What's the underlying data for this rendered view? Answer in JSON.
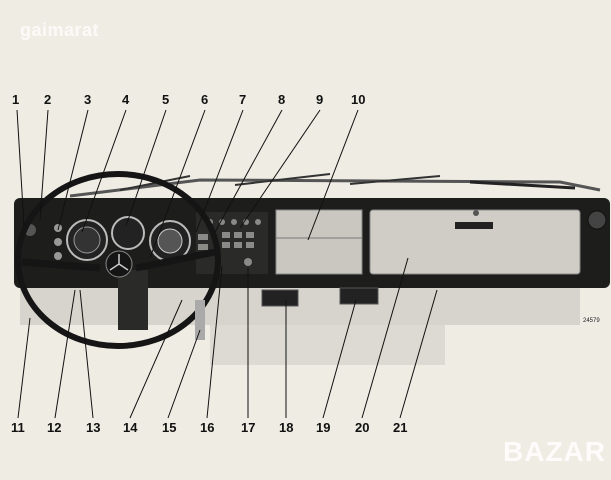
{
  "callouts": {
    "top": [
      "1",
      "2",
      "3",
      "4",
      "5",
      "6",
      "7",
      "8",
      "9",
      "10"
    ],
    "bottom": [
      "11",
      "12",
      "13",
      "14",
      "15",
      "16",
      "17",
      "18",
      "19",
      "20",
      "21"
    ]
  },
  "figure_number": "24579",
  "watermarks": {
    "top_left": "gaimarat",
    "bottom_right": "BAZAR"
  },
  "colors": {
    "paper": "#efece4",
    "dash": "#1d1d1b",
    "wood": "#c9c7bf",
    "floor": "#d8d6ce"
  }
}
